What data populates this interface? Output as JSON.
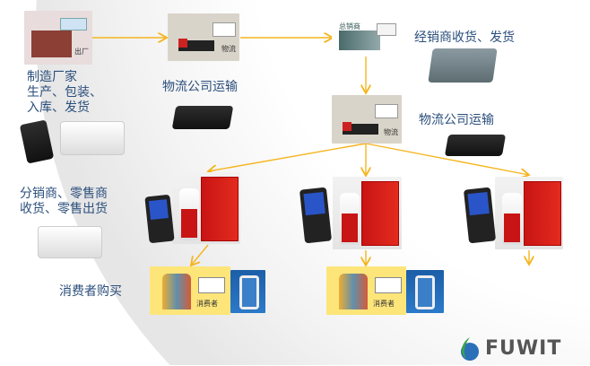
{
  "steps": {
    "manufacturer": {
      "label_lines": [
        "制造厂家",
        "生产、包装、",
        "入库、发货"
      ],
      "image_tag": "出厂"
    },
    "logistics1": {
      "label": "物流公司运输",
      "image_tag": "物流"
    },
    "distributor": {
      "label": "经销商收货、发货",
      "image_tag": "总销商"
    },
    "logistics2": {
      "label": "物流公司运输",
      "image_tag": "物流"
    },
    "retailer": {
      "label_lines": [
        "分销商、零售商",
        "收货、零售出货"
      ]
    },
    "consumer": {
      "label": "消费者购买",
      "image_tag": "消费者"
    }
  },
  "logo": {
    "text": "FUWIT"
  },
  "colors": {
    "arrow": "#f5b51e",
    "label": "#2b4f7c"
  }
}
